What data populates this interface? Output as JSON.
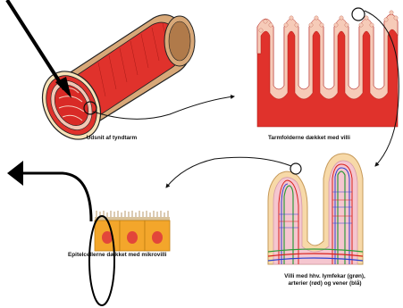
{
  "captions": {
    "intestine_section": "Udsnit af tyndtarm",
    "folds_with_villi": "Tarmfolderne dækket med villi",
    "epithelial_cells": "Epitelcellerne dækket med mikrovilli",
    "villi_vessels_line1": "Villi med hhv. lymfekar (grøn),",
    "villi_vessels_line2": "arterier (rød) og vener (blå)"
  },
  "colors": {
    "muscle_red": "#e0322c",
    "tissue_pink": "#f2c6b4",
    "serosa_cream": "#f7e2b8",
    "lymph_green": "#2f9b3a",
    "artery_red": "#d8201c",
    "vein_blue": "#2a3fd0",
    "cell_orange": "#f3a62b",
    "nucleus_red": "#e2463a",
    "microvilli_brown": "#b99a6b"
  }
}
